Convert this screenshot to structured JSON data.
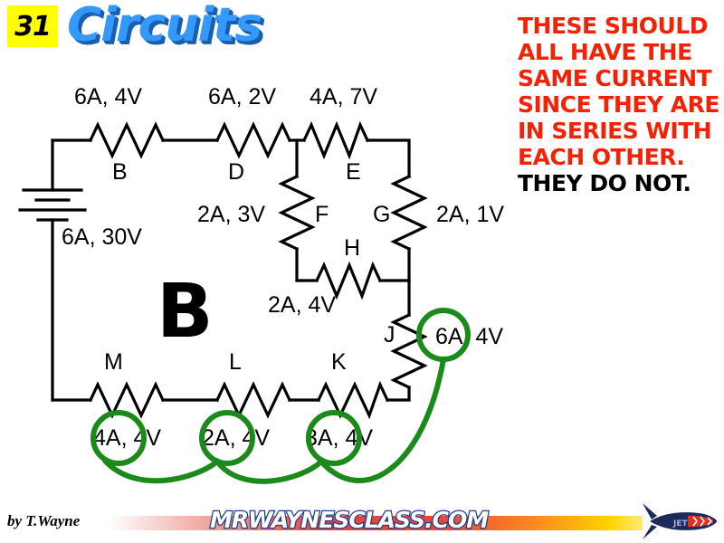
{
  "header": {
    "slide_number": "31",
    "title": "Circuits"
  },
  "annotation": {
    "red_text": "These should all have the same current since they are in series with each other.",
    "black_text": "They do not."
  },
  "circuit": {
    "answer_letter": "B",
    "source": {
      "label": "6A, 30V",
      "name": "battery"
    },
    "components": [
      {
        "id": "B",
        "label": "6A, 4V",
        "orientation": "horizontal",
        "position": "top-left",
        "circled": false
      },
      {
        "id": "D",
        "label": "6A, 2V",
        "orientation": "horizontal",
        "position": "top-middle",
        "circled": false
      },
      {
        "id": "E",
        "label": "4A, 7V",
        "orientation": "horizontal",
        "position": "top-right",
        "circled": false
      },
      {
        "id": "F",
        "label": "2A, 3V",
        "orientation": "vertical",
        "position": "middle-left",
        "circled": false
      },
      {
        "id": "G",
        "label": "2A, 1V",
        "orientation": "vertical",
        "position": "middle-right",
        "circled": false
      },
      {
        "id": "H",
        "label": "2A, 4V",
        "orientation": "horizontal",
        "position": "middle-center",
        "circled": false
      },
      {
        "id": "J",
        "label": "6A, 4V",
        "orientation": "vertical",
        "position": "right-lower",
        "circled": true
      },
      {
        "id": "K",
        "label": "3A, 4V",
        "orientation": "horizontal",
        "position": "bottom-right",
        "circled": true
      },
      {
        "id": "L",
        "label": "2A, 4V",
        "orientation": "horizontal",
        "position": "bottom-middle",
        "circled": true
      },
      {
        "id": "M",
        "label": "4A, 4V",
        "orientation": "horizontal",
        "position": "bottom-left",
        "circled": true
      }
    ],
    "highlight_color": "#1a8a1a"
  },
  "footer": {
    "byline": "by T.Wayne",
    "url": "MRWAYNESCLASS.COM"
  }
}
